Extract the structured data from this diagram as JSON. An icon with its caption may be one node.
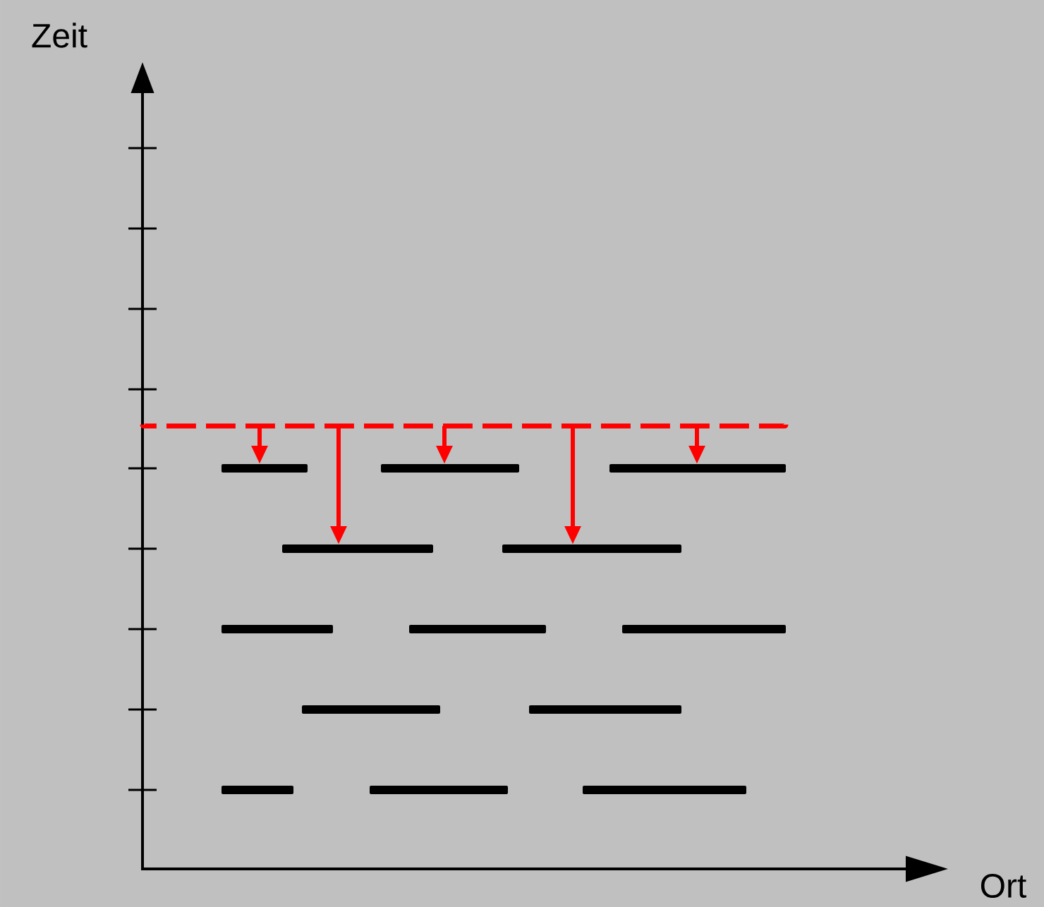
{
  "diagram": {
    "nodes": [
      {
        "text": [],
        "shape": "line"
      },
      {
        "text": [],
        "shape": "bar"
      },
      {
        "text": [],
        "shape": "bar"
      },
      {
        "text": [],
        "shape": "bar"
      },
      {
        "text": [],
        "shape": "bar"
      },
      {
        "text": [],
        "shape": "bar"
      },
      {
        "text": [],
        "shape": "bar"
      },
      {
        "text": [],
        "shape": "bar"
      },
      {
        "text": [],
        "shape": "bar"
      },
      {
        "text": [],
        "shape": "bar"
      },
      {
        "text": [],
        "shape": "bar"
      },
      {
        "text": [],
        "shape": "bar"
      },
      {
        "text": [],
        "shape": "bar"
      },
      {
        "text": [],
        "shape": "bar"
      }
    ],
    "edges": [
      {
        "from": 0,
        "to": 1,
        "arrow": "to"
      },
      {
        "from": 0,
        "to": 4,
        "arrow": "to"
      },
      {
        "from": 0,
        "to": 2,
        "arrow": "to"
      },
      {
        "from": 0,
        "to": 5,
        "arrow": "to"
      },
      {
        "from": 0,
        "to": 3,
        "arrow": "to"
      }
    ],
    "labels": [
      "Zeit",
      "Ort"
    ]
  }
}
